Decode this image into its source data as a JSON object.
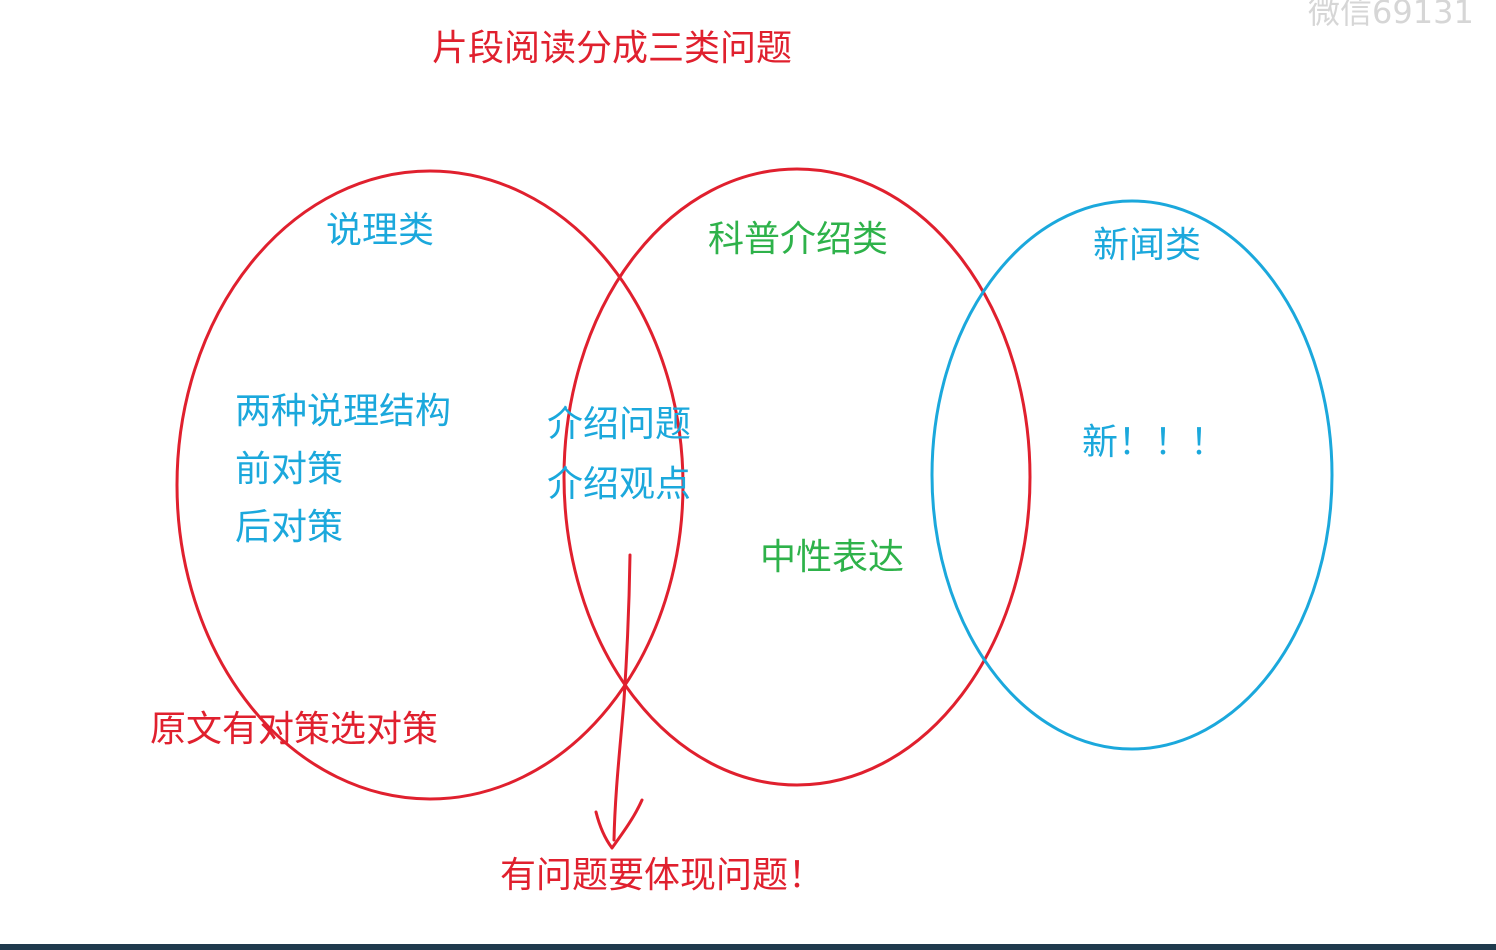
{
  "title": "片段阅读分成三类问题",
  "watermark": "微信69131",
  "colors": {
    "red": "#e0202e",
    "blue": "#1ba8dc",
    "green": "#2eb24a",
    "watermark": "#d6d6d6"
  },
  "circles": {
    "shuoli": {
      "label": "说理类",
      "items": [
        "两种说理结构",
        "前对策",
        "后对策"
      ]
    },
    "kepu": {
      "label": "科普介绍类",
      "note": "中性表达"
    },
    "xinwen": {
      "label": "新闻类",
      "note": "新！！！"
    }
  },
  "overlap": {
    "items": [
      "介绍问题",
      "介绍观点"
    ]
  },
  "annotations": {
    "choose_strategy": "原文有对策选对策",
    "must_reflect_problem": "有问题要体现问题！"
  }
}
